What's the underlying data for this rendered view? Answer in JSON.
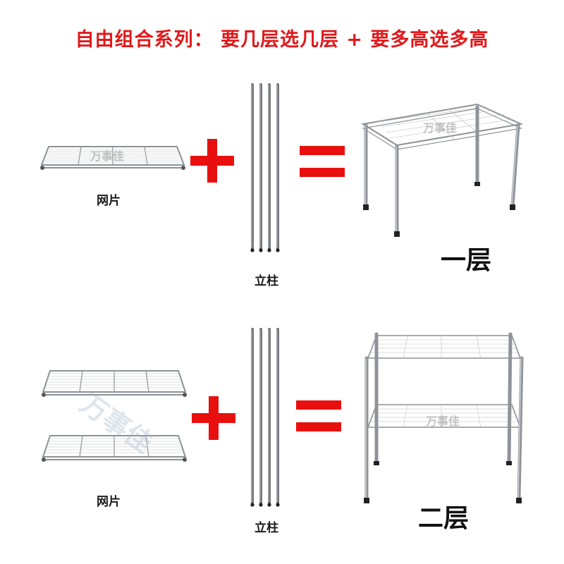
{
  "title": "自由组合系列： 要几层选几层 + 要多高选多高",
  "row1": {
    "panel_label": "网片",
    "pole_label": "立柱",
    "result_label": "一层",
    "watermark": "万事佳"
  },
  "row2": {
    "panel_label": "网片",
    "pole_label": "立柱",
    "result_label": "二层",
    "watermark": "万事佳"
  },
  "colors": {
    "title": "#e0191b",
    "operator": "#e0191b",
    "chrome": "#9aa0a6"
  },
  "icons": [
    "plus-icon",
    "equals-icon",
    "wire-shelf-panel",
    "pole-set",
    "one-tier-rack",
    "two-tier-rack"
  ]
}
